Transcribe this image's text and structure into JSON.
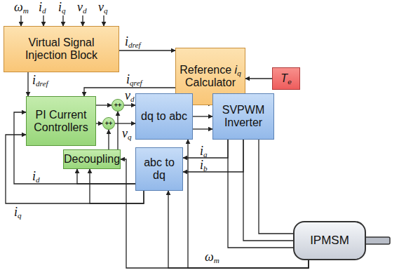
{
  "diagram": {
    "nodes": [
      {
        "text": [
          "Virtual Signal Injection Block"
        ]
      },
      {
        "text": [
          "Reference iq Calculator"
        ]
      },
      {
        "text": [
          "Te"
        ]
      },
      {
        "text": [
          "PI Current Controllers"
        ]
      },
      {
        "text": [
          "+",
          "+"
        ]
      },
      {
        "text": [
          "+",
          "+"
        ]
      },
      {
        "text": [
          "Decoupling"
        ]
      },
      {
        "text": [
          "dq to abc"
        ]
      },
      {
        "text": [
          "SVPWM Inverter"
        ]
      },
      {
        "text": [
          "abc to dq"
        ]
      },
      {
        "text": [
          "IPMSM"
        ]
      }
    ],
    "edges": [
      {
        "from": 0,
        "to": 1,
        "label": "idref",
        "arrow": "to"
      },
      {
        "from": 2,
        "to": 1,
        "arrow": "to"
      },
      {
        "from": 1,
        "to": 3,
        "label": "iqref",
        "arrow": "to"
      },
      {
        "from": 0,
        "to": 3,
        "label": "idref",
        "arrow": "to"
      },
      {
        "from": 3,
        "to": 4,
        "arrow": "to"
      },
      {
        "from": 3,
        "to": 5,
        "arrow": "to"
      },
      {
        "from": 6,
        "to": 4,
        "arrow": "to"
      },
      {
        "from": 6,
        "to": 5,
        "arrow": "to"
      },
      {
        "from": 4,
        "to": 7,
        "label": "vd",
        "arrow": "to"
      },
      {
        "from": 5,
        "to": 7,
        "label": "vq",
        "arrow": "to"
      },
      {
        "from": 7,
        "to": 8,
        "arrow": "to"
      },
      {
        "from": 7,
        "to": 8,
        "arrow": "to"
      },
      {
        "from": 7,
        "to": 8,
        "arrow": "to"
      },
      {
        "from": 8,
        "to": 10,
        "arrow": "none"
      },
      {
        "from": 8,
        "to": 10,
        "arrow": "none"
      },
      {
        "from": 8,
        "to": 10,
        "arrow": "none"
      },
      {
        "from": 8,
        "to": 9,
        "label": "ia",
        "arrow": "to"
      },
      {
        "from": 8,
        "to": 9,
        "label": "ib",
        "arrow": "to"
      },
      {
        "from": 9,
        "to": 3,
        "label": "id",
        "arrow": "to"
      },
      {
        "from": 9,
        "to": 3,
        "label": "iq",
        "arrow": "to"
      },
      {
        "from": 9,
        "to": 6,
        "arrow": "to"
      },
      {
        "from": 9,
        "to": 6,
        "arrow": "to"
      },
      {
        "from": 10,
        "to": 9,
        "label": "ωm",
        "arrow": "to"
      },
      {
        "from": 10,
        "to": 7,
        "arrow": "to"
      },
      {
        "from": 10,
        "to": 6,
        "arrow": "to"
      }
    ],
    "labels": [
      "ωm",
      "id",
      "iq",
      "vd",
      "vq"
    ]
  }
}
